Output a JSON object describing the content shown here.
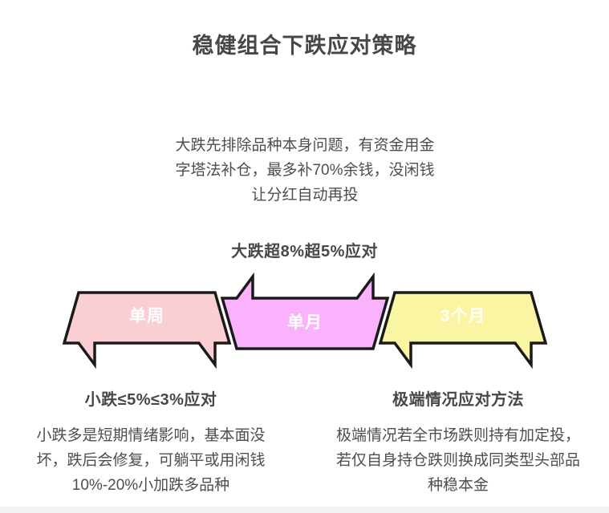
{
  "page": {
    "title": "稳健组合下跌应对策略",
    "background_color": "#ffffff",
    "text_color": "#4a4a4a"
  },
  "intro": {
    "text": "大跌先排除品种本身问题，有资金用金字塔法补仓，最多补70%余钱，没闲钱让分红自动再投"
  },
  "mid_heading": {
    "text": "大跌超8%超5%应对"
  },
  "ribbons": [
    {
      "label": "单周",
      "fill": "#FACFD3",
      "stroke": "#1a1a1a",
      "label_color": "#ffffff",
      "notch": "bottom"
    },
    {
      "label": "单月",
      "fill": "#F9B2FB",
      "stroke": "#1a1a1a",
      "label_color": "#ffffff",
      "notch": "top"
    },
    {
      "label": "3个月",
      "fill": "#FAF5A3",
      "stroke": "#1a1a1a",
      "label_color": "#ffffff",
      "notch": "bottom"
    }
  ],
  "columns": [
    {
      "heading": "小跌≤5%≤3%应对",
      "body": "小跌多是短期情绪影响，基本面没坏，跌后会修复，可躺平或用闲钱10%-20%小加跌多品种"
    },
    {
      "heading": "极端情况应对方法",
      "body": "极端情况若全市场跌则持有加定投，若仅自身持仓跌则换成同类型头部品种稳本金"
    }
  ]
}
